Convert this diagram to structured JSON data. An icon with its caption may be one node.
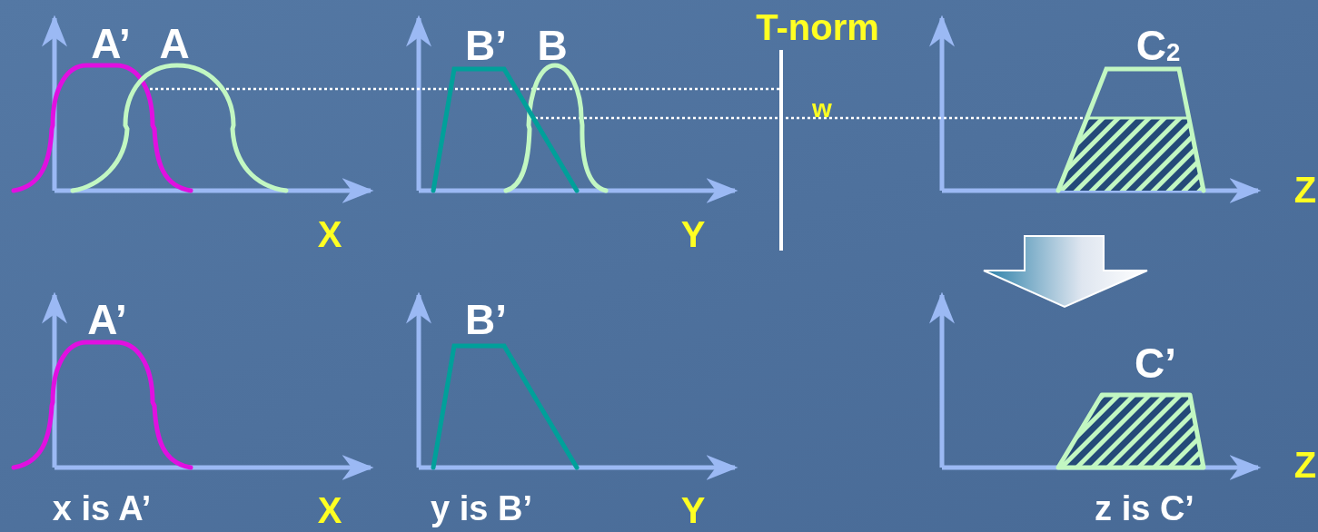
{
  "diagram": {
    "labels": [
      "T-norm",
      "A’",
      "A",
      "B’",
      "B",
      "C$_{2}$",
      "w",
      "Z",
      "X",
      "Y",
      "A’",
      "B’",
      "C’",
      "Z",
      "x is A’",
      "X",
      "y is B’",
      "Y",
      "z is C’"
    ]
  }
}
